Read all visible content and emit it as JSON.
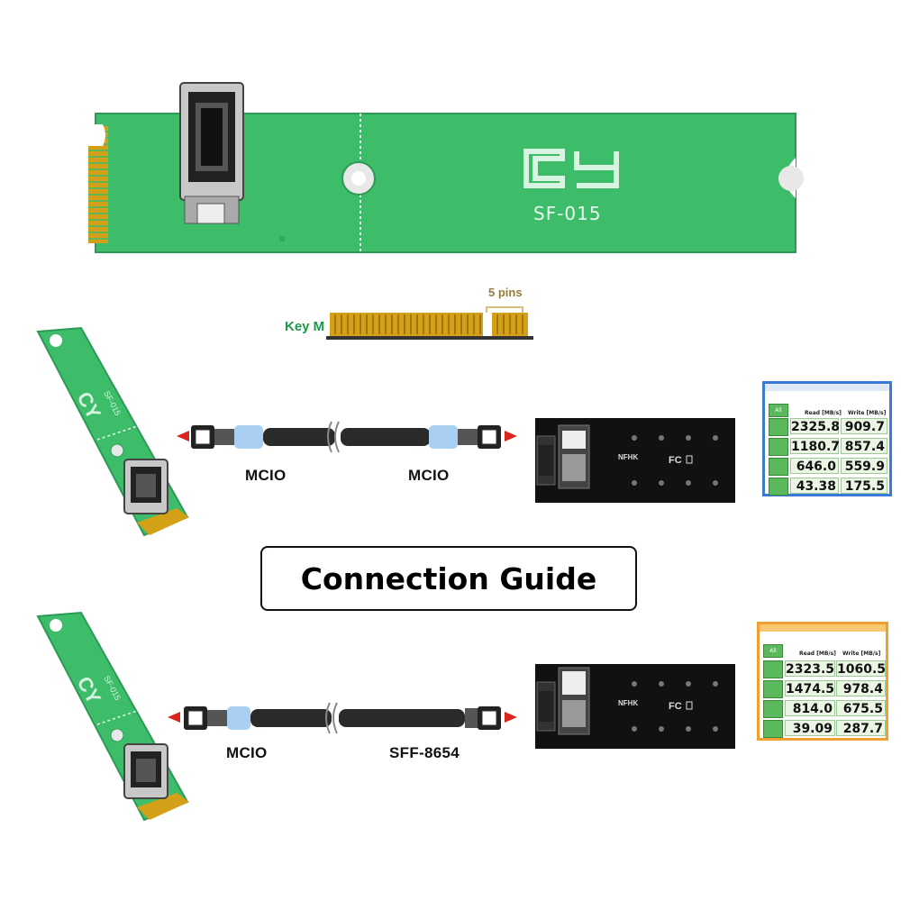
{
  "top_card": {
    "brand_logo": "CY",
    "model": "SF-015"
  },
  "pin_diagram": {
    "key_label": "Key M",
    "pins_label": "5 pins"
  },
  "connection_guide": {
    "title": "Connection Guide"
  },
  "setup_1": {
    "cable_left_label": "MCIO",
    "cable_right_label": "MCIO",
    "adapter_text": "NFHK",
    "benchmark": {
      "accent": "#3a7bd5",
      "headers": {
        "read": "Read [MB/s]",
        "write": "Write [MB/s]"
      },
      "all_button": "All",
      "rows": [
        {
          "read": "2325.8",
          "write": "909.7"
        },
        {
          "read": "1180.7",
          "write": "857.4"
        },
        {
          "read": "646.0",
          "write": "559.9"
        },
        {
          "read": "43.38",
          "write": "175.5"
        }
      ]
    }
  },
  "setup_2": {
    "cable_left_label": "MCIO",
    "cable_right_label": "SFF-8654",
    "adapter_text": "NFHK",
    "benchmark": {
      "accent": "#f0a030",
      "headers": {
        "read": "Read [MB/s]",
        "write": "Write [MB/s]"
      },
      "all_button": "All",
      "rows": [
        {
          "read": "2323.5",
          "write": "1060.5"
        },
        {
          "read": "1474.5",
          "write": "978.4"
        },
        {
          "read": "814.0",
          "write": "675.5"
        },
        {
          "read": "39.09",
          "write": "287.7"
        }
      ]
    }
  },
  "colors": {
    "pcb_green": "#3dbd6a",
    "pcb_dark": "#2ea85a",
    "gold": "#d4a017",
    "arrow_red": "#d9251d",
    "key_text": "#1a9a4a",
    "pins_text": "#9a7a3a"
  }
}
